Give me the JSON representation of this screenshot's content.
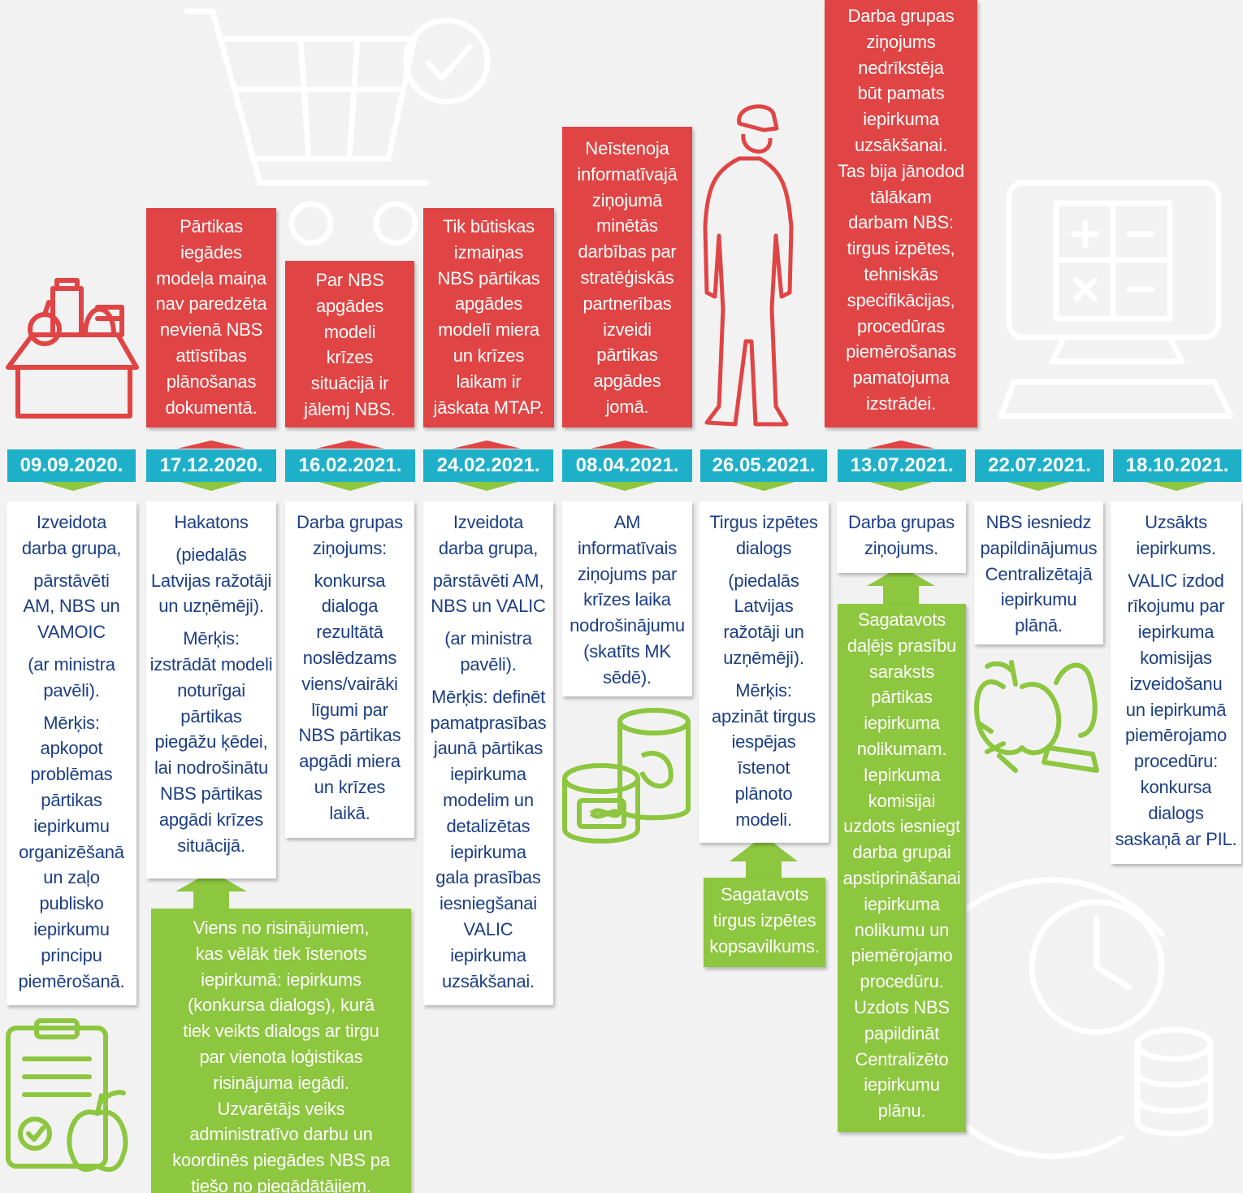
{
  "colors": {
    "background": "#f2f2f2",
    "red": "#e14444",
    "green": "#8dc63f",
    "teal": "#1fb0c9",
    "text_blue": "#1b3e85",
    "icon_white": "#ffffff"
  },
  "decorative_icons": [
    "shopping-cart-check-icon",
    "grocery-box-icon",
    "person-silhouette-icon",
    "calculator-monitor-icon",
    "canned-food-icon",
    "fruit-vegetables-icon",
    "clipboard-apple-icon",
    "clock-coins-icon"
  ],
  "timeline": [
    {
      "date": "09.09.2020.",
      "note": [],
      "event": [
        "Izveidota",
        "darba grupa,",
        "",
        "pārstāvēti",
        "AM, NBS un",
        "VAMOIC",
        "",
        "(ar ministra",
        "pavēli).",
        "",
        "Mērķis:",
        "apkopot",
        "problēmas",
        "pārtikas",
        "iepirkumu",
        "organizēšanā",
        "un zaļo",
        "publisko",
        "iepirkumu",
        "principu",
        "piemērošanā."
      ],
      "result": []
    },
    {
      "date": "17.12.2020.",
      "note": [
        "Pārtikas",
        "iegādes",
        "modeļa maiņa",
        "nav paredzēta",
        "nevienā NBS",
        "attīstības",
        "plānošanas",
        "dokumentā."
      ],
      "event": [
        "Hakatons",
        "",
        "(piedalās",
        "Latvijas ražotāji",
        "un uzņēmēji).",
        "",
        "Mērķis:",
        "izstrādāt modeli",
        "noturīgai",
        "pārtikas",
        "piegāžu ķēdei,",
        "lai nodrošinātu",
        "NBS pārtikas",
        "apgādi krīzes",
        "situācijā."
      ],
      "result": [
        "Viens no risinājumiem,",
        "kas vēlāk tiek īstenots",
        "iepirkumā: iepirkums",
        "(konkursa dialogs), kurā",
        "tiek veikts dialogs ar tirgu",
        "par vienota loģistikas",
        "risinājuma iegādi.",
        "Uzvarētājs veiks",
        "administratīvo darbu un",
        "koordinēs piegādes NBS pa",
        "tiešo no piegādātājiem."
      ]
    },
    {
      "date": "16.02.2021.",
      "note": [
        "Par NBS",
        "apgādes",
        "modeli",
        "krīzes",
        "situācijā ir",
        "jālemj NBS."
      ],
      "event": [
        "Darba grupas",
        "ziņojums:",
        "",
        "konkursa",
        "dialoga",
        "rezultātā",
        "noslēdzams",
        "viens/vairāki",
        "līgumi par",
        "NBS pārtikas",
        "apgādi miera",
        "un krīzes",
        "laikā."
      ],
      "result": []
    },
    {
      "date": "24.02.2021.",
      "note": [
        "Tik būtiskas",
        "izmaiņas",
        "NBS pārtikas",
        "apgādes",
        "modelī miera",
        "un krīzes",
        "laikam ir",
        "jāskata MTAP."
      ],
      "event": [
        "Izveidota",
        "darba grupa,",
        "",
        "pārstāvēti AM,",
        "NBS un VALIC",
        "",
        "(ar ministra",
        "pavēli).",
        "",
        "Mērķis: definēt",
        "pamatprasības",
        "jaunā pārtikas",
        "iepirkuma",
        "modelim un",
        "detalizētas",
        "iepirkuma",
        "gala prasības",
        "iesniegšanai",
        "VALIC",
        "iepirkuma",
        "uzsākšanai."
      ],
      "result": []
    },
    {
      "date": "08.04.2021.",
      "note": [
        "Neīstenoja",
        "informatīvajā",
        "ziņojumā",
        "minētās",
        "darbības par",
        "stratēģiskās",
        "partnerības",
        "izveidi",
        "pārtikas",
        "apgādes",
        "jomā."
      ],
      "event": [
        "AM",
        "informatīvais",
        "ziņojums par",
        "krīzes laika",
        "nodrošinājumu",
        "(skatīts MK",
        "sēdē)."
      ],
      "result": []
    },
    {
      "date": "26.05.2021.",
      "note": [],
      "event": [
        "Tirgus izpētes",
        "dialogs",
        "",
        "(piedalās",
        "Latvijas",
        "ražotāji un",
        "uzņēmēji).",
        "",
        "Mērķis:",
        "apzināt tirgus",
        "iespējas",
        "īstenot",
        "plānoto",
        "modeli."
      ],
      "result": [
        "Sagatavots",
        "tirgus izpētes",
        "kopsavilkums."
      ]
    },
    {
      "date": "13.07.2021.",
      "note": [
        "Darba grupas",
        "ziņojums",
        "nedrīkstēja",
        "būt pamats",
        "iepirkuma",
        "uzsākšanai.",
        "Tas bija jānodod",
        "tālākam",
        "darbam NBS:",
        "tirgus izpētes,",
        "tehniskās",
        "specifikācijas,",
        "procedūras",
        "piemērošanas",
        "pamatojuma",
        "izstrādei."
      ],
      "event": [
        "Darba grupas",
        "ziņojums."
      ],
      "result": [
        "Sagatavots",
        "daļējs prasību",
        "saraksts",
        "pārtikas",
        "iepirkuma",
        "nolikumam.",
        "Iepirkuma",
        "komisijai",
        "uzdots iesniegt",
        "darba grupai",
        "apstiprināšanai",
        "iepirkuma",
        "nolikumu un",
        "piemērojamo",
        "procedūru.",
        "Uzdots NBS",
        "papildināt",
        "Centralizēto",
        "iepirkumu",
        "plānu."
      ]
    },
    {
      "date": "22.07.2021.",
      "note": [],
      "event": [
        "NBS iesniedz",
        "papildinājumus",
        "Centralizētajā",
        "iepirkumu",
        "plānā."
      ],
      "result": []
    },
    {
      "date": "18.10.2021.",
      "note": [],
      "event": [
        "Uzsākts",
        "iepirkums.",
        "",
        "VALIC izdod",
        "rīkojumu par",
        "iepirkuma",
        "komisijas",
        "izveidošanu",
        "un iepirkumā",
        "piemērojamo",
        "procedūru:",
        "konkursa",
        "dialogs",
        "saskaņā ar PIL."
      ],
      "result": []
    }
  ]
}
